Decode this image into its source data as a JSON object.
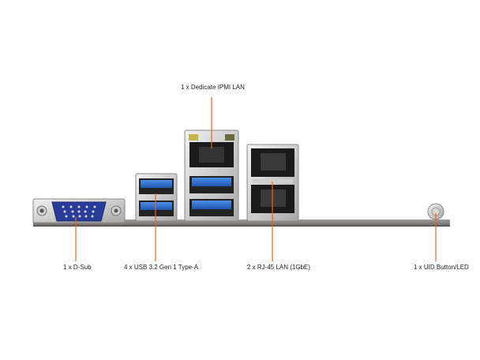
{
  "labels": {
    "ipmi": "1 x Dedicate IPMI LAN",
    "dsub": "1 x D-Sub",
    "usb": "4 x USB 3.2 Gen 1 Type-A",
    "rj45": "2 x RJ-45 LAN (1GbE)",
    "uid": "1 x UID Button/LED"
  },
  "colors": {
    "callout": "#e8641e",
    "vga_blue": "#2a3c9a",
    "usb_blue": "#2f6fd0",
    "plate": "#8b8784"
  }
}
